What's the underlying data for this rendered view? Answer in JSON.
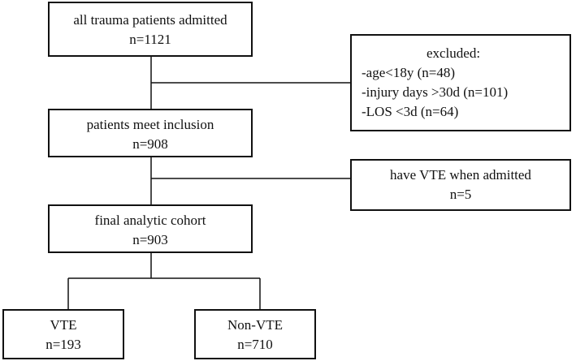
{
  "boxes": {
    "all": {
      "label": "all trauma patients admitted",
      "count": "n=1121"
    },
    "inclusion": {
      "label": "patients meet inclusion",
      "count": "n=908"
    },
    "final": {
      "label": "final analytic cohort",
      "count": "n=903"
    },
    "excluded": {
      "title": "excluded:",
      "items": [
        "-age<18y (n=48)",
        "-injury days >30d (n=101)",
        "-LOS <3d (n=64)"
      ]
    },
    "vte_admitted": {
      "label": "have VTE when admitted",
      "count": "n=5"
    },
    "vte": {
      "label": "VTE",
      "count": "n=193"
    },
    "non_vte": {
      "label": "Non-VTE",
      "count": "n=710"
    }
  }
}
